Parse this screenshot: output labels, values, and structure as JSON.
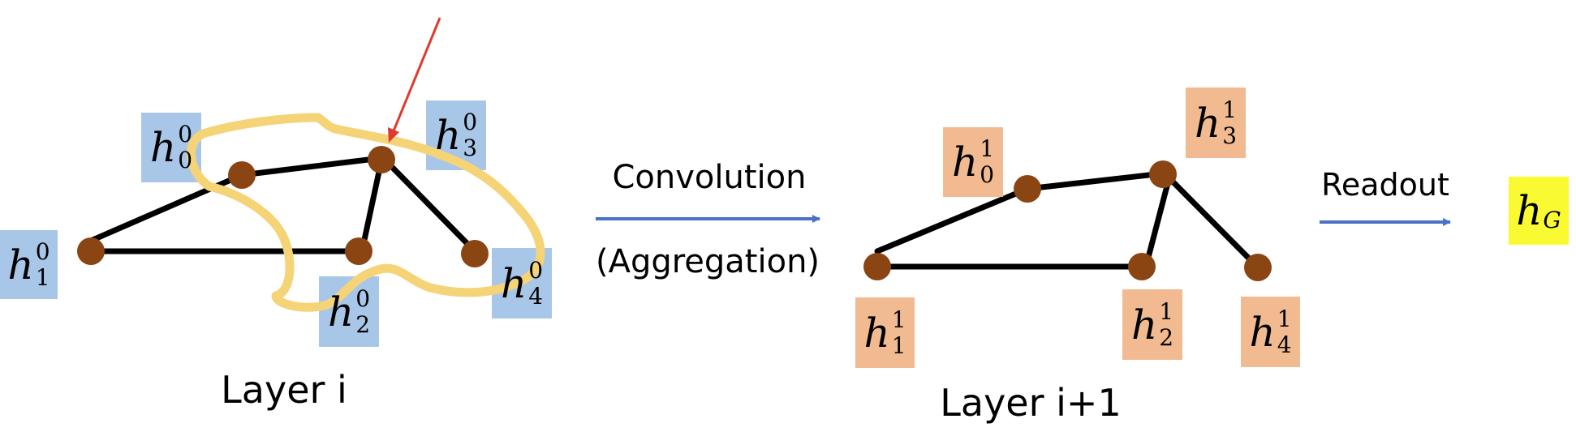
{
  "colors": {
    "node": "#8b4513",
    "edge": "#000000",
    "layer_i_label_bg": "#a8c6e8",
    "layer_i1_label_bg": "#f1ba91",
    "readout_label_bg": "#fafa33",
    "selection_outline": "#f5d478",
    "pointer_arrow": "#e03a2e",
    "flow_arrow": "#4a72c4"
  },
  "layer_i": {
    "caption": "Layer i",
    "labels": [
      {
        "sym": "h",
        "sub": "0",
        "sup": "0"
      },
      {
        "sym": "h",
        "sub": "1",
        "sup": "0"
      },
      {
        "sym": "h",
        "sub": "2",
        "sup": "0"
      },
      {
        "sym": "h",
        "sub": "3",
        "sup": "0"
      },
      {
        "sym": "h",
        "sub": "4",
        "sup": "0"
      }
    ]
  },
  "convolution": {
    "label": "Convolution",
    "sublabel": "(Aggregation)"
  },
  "layer_i1": {
    "caption": "Layer i+1",
    "labels": [
      {
        "sym": "h",
        "sub": "0",
        "sup": "1"
      },
      {
        "sym": "h",
        "sub": "1",
        "sup": "1"
      },
      {
        "sym": "h",
        "sub": "2",
        "sup": "1"
      },
      {
        "sym": "h",
        "sub": "3",
        "sup": "1"
      },
      {
        "sym": "h",
        "sub": "4",
        "sup": "1"
      }
    ]
  },
  "readout": {
    "label": "Readout",
    "output": {
      "sym": "h",
      "sub": "G"
    }
  }
}
